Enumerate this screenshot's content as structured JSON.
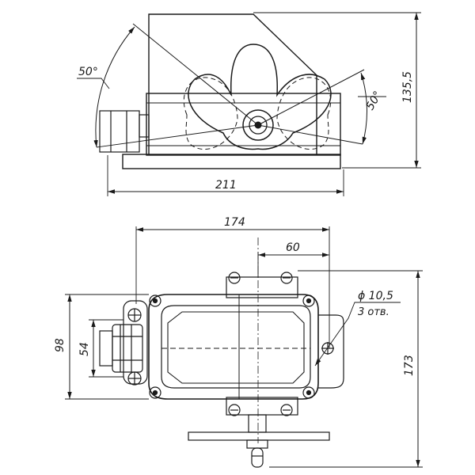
{
  "side_view": {
    "angle_left": "50°",
    "angle_right": "50°",
    "height_dim": "135,5",
    "width_dim": "211"
  },
  "top_view": {
    "overall_width_dim": "174",
    "offset_dim": "60",
    "hole_diameter": "ϕ 10,5",
    "hole_count": "3 отв.",
    "height_outer_dim": "98",
    "height_inner_dim": "54",
    "overall_height_dim": "173"
  }
}
